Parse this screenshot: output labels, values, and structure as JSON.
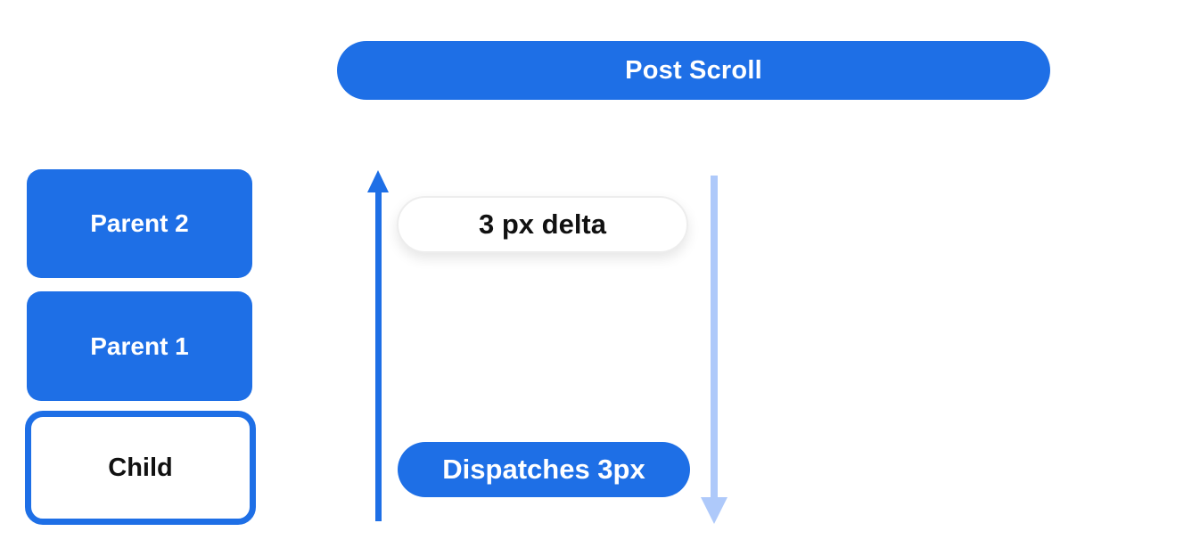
{
  "colors": {
    "primary_blue": "#1e6fe6",
    "light_blue": "#aec9fa",
    "text_dark": "#111111",
    "pill_border": "#ededed",
    "background": "#ffffff"
  },
  "banner": {
    "label": "Post Scroll"
  },
  "stack": {
    "items": [
      {
        "label": "Parent 2",
        "variant": "filled"
      },
      {
        "label": "Parent 1",
        "variant": "filled"
      },
      {
        "label": "Child",
        "variant": "outlined"
      }
    ]
  },
  "flow": {
    "delta_label": "3 px delta",
    "dispatch_label": "Dispatches 3px",
    "icons": {
      "up_arrow": "arrow-up-icon",
      "down_arrow": "arrow-down-icon"
    }
  }
}
